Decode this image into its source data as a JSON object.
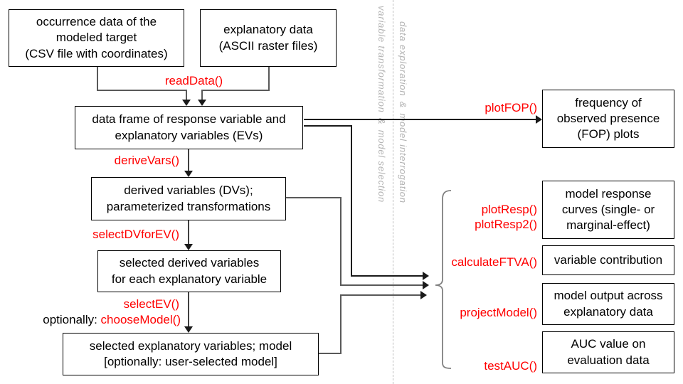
{
  "colors": {
    "accent_red": "#ff0000",
    "box_border": "#000000",
    "connector_gray": "#595959",
    "connector_black": "#1a1a1a",
    "brace_gray": "#808080",
    "divider_gray": "#bdbdbd",
    "side_label_gray": "#b3b3b3",
    "background": "#ffffff"
  },
  "boxes": {
    "occurrence": {
      "lines": [
        "occurrence data of the",
        "modeled target",
        "(CSV file with coordinates)"
      ]
    },
    "explanatory": {
      "lines": [
        "explanatory data",
        "(ASCII raster files)"
      ]
    },
    "dataframe": {
      "lines": [
        "data frame of response variable and",
        "explanatory variables (EVs)"
      ]
    },
    "derived": {
      "lines": [
        "derived variables (DVs);",
        "parameterized transformations"
      ]
    },
    "selected_dvs": {
      "lines": [
        "selected derived variables",
        "for each explanatory variable"
      ]
    },
    "selected_evs": {
      "lines": [
        "selected explanatory variables; model",
        "[optionally: user-selected model]"
      ]
    },
    "fop": {
      "lines": [
        "frequency of",
        "observed presence",
        "(FOP) plots"
      ]
    },
    "response": {
      "lines": [
        "model response",
        "curves (single- or",
        "marginal-effect)"
      ]
    },
    "contribution": {
      "lines": [
        "variable contribution"
      ]
    },
    "output": {
      "lines": [
        "model output across",
        "explanatory data"
      ]
    },
    "auc": {
      "lines": [
        "AUC value on",
        "evaluation data"
      ]
    }
  },
  "functions": {
    "read_data": "readData()",
    "derive_vars": "deriveVars()",
    "select_dv_for_ev": "selectDVforEV()",
    "select_ev": "selectEV()",
    "optionally_prefix": "optionally: ",
    "choose_model": "chooseModel()",
    "plot_fop": "plotFOP()",
    "plot_resp": "plotResp()",
    "plot_resp2": "plotResp2()",
    "calculate_ftva": "calculateFTVA()",
    "project_model": "projectModel()",
    "test_auc": "testAUC()"
  },
  "side_labels": {
    "left": "variable transformation & model selection",
    "right": "data exploration & model interrogation"
  }
}
